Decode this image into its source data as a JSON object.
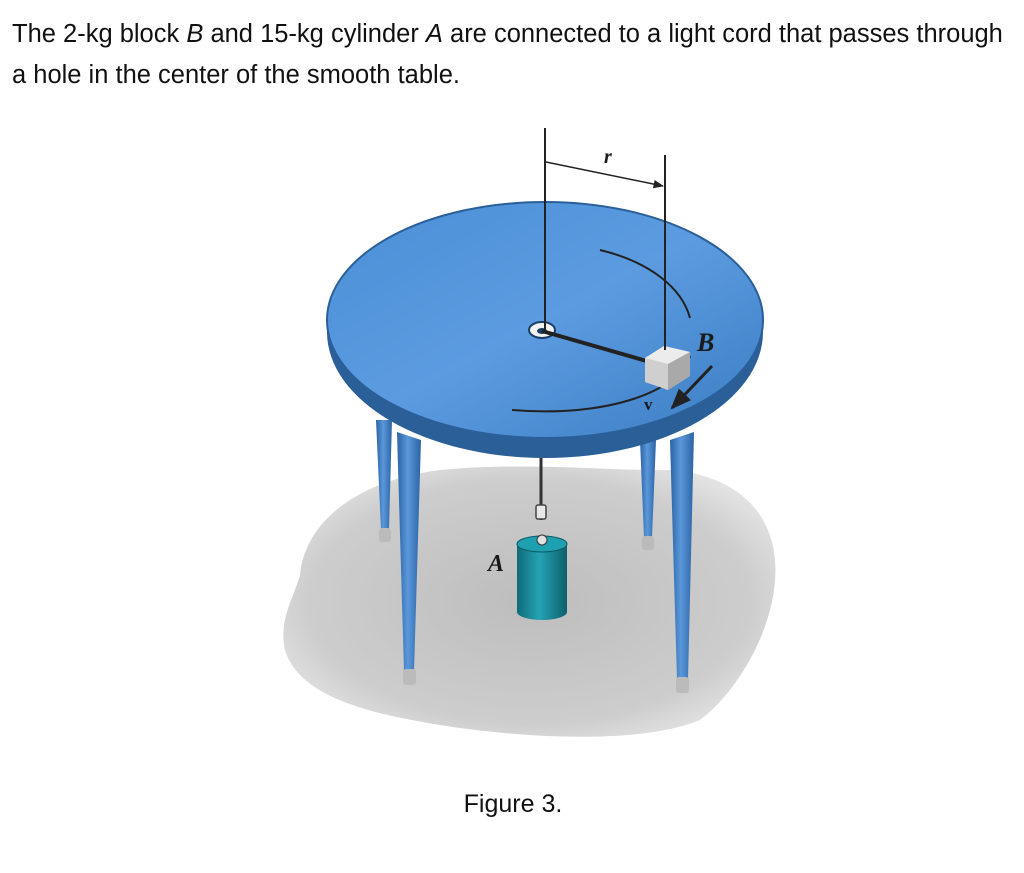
{
  "problem": {
    "t1": "The 2-kg block ",
    "b": "B",
    "t2": " and 15-kg cylinder ",
    "a": "A",
    "t3": " are connected to a light cord that passes through a hole in the center of the smooth table."
  },
  "figure": {
    "label_r": "r",
    "label_b": "B",
    "label_a": "A",
    "label_v": "v",
    "caption": "Figure 3."
  },
  "colors": {
    "table_top": "#3f86cc",
    "table_edge": "#2a5f99",
    "legs": "#3a78bd",
    "shadow": "#cfcfcf",
    "cylinder": "#178a9a",
    "block": "#dcdcdc"
  }
}
